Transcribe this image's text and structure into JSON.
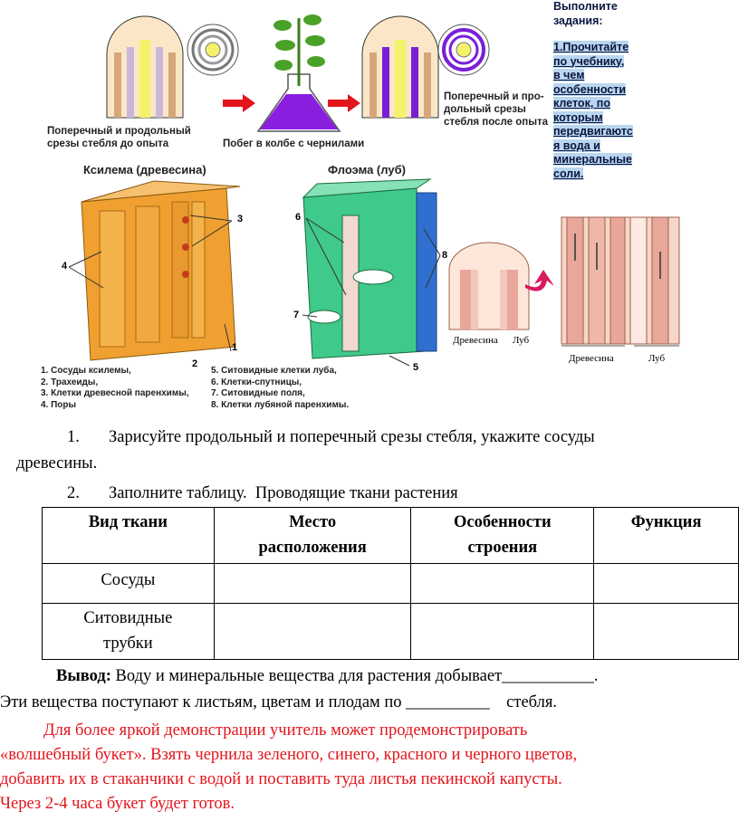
{
  "figure": {
    "caption_before": "Поперечный и продольный срезы стебля до опыта",
    "caption_shoot": "Побег в колбе с чернилами",
    "caption_after": "Поперечный и про-дольный срезы стебля после опыта",
    "xylem_title": "Ксилема (древесина)",
    "phloem_title": "Флоэма (луб)",
    "small_label_wood": "Древесина",
    "small_label_bast": "Луб",
    "large_label_wood": "Древесина",
    "large_label_bast": "Луб",
    "numbers": [
      "1",
      "2",
      "3",
      "4",
      "5",
      "6",
      "7",
      "8"
    ],
    "legend_left": [
      "1. Сосуды ксилемы,",
      "2. Трахеиды,",
      "3. Клетки древесной паренхимы,",
      "4. Поры"
    ],
    "legend_right": [
      "5. Ситовидные клетки луба,",
      "6. Клетки-спутницы,",
      "7. Ситовидные поля,",
      "8. Клетки лубяной паренхимы."
    ]
  },
  "note": {
    "title": "Выполните задания:",
    "lines": [
      "1.Прочитайте",
      "по учебнику,",
      "в чем",
      "особенности",
      "клеток, по",
      "которым",
      "передвигаютс",
      "я вода и",
      "минеральные",
      "соли."
    ]
  },
  "task1": {
    "number": "1.",
    "text": "Зарисуйте продольный и поперечный срезы стебля, укажите сосуды",
    "text2": "древесины."
  },
  "task2": {
    "number": "2.",
    "text": "Заполните таблицу.  Проводящие ткани растения"
  },
  "table": {
    "headers": [
      [
        "Вид ткани"
      ],
      [
        "Место",
        "расположения"
      ],
      [
        "Особенности",
        "строения"
      ],
      [
        "Функция"
      ]
    ],
    "rows": [
      {
        "name": [
          "Сосуды"
        ]
      },
      {
        "name": [
          "Ситовидные",
          "трубки"
        ]
      }
    ]
  },
  "conclusion": {
    "label": "Вывод:",
    "text": " Воду и минеральные вещества для растения добывает___________.",
    "line2": "Эти вещества поступают к листьям, цветам и плодам по __________    стебля."
  },
  "teacher_note": {
    "lines": [
      "Для более яркой демонстрации учитель может продемонстрировать",
      "«волшебный букет». Взять чернила зеленого, синего, красного и черного цветов,",
      "добавить их в стаканчики с водой и поставить туда листья пекинской капусты.",
      "Через 2-4 часа букет будет готов."
    ]
  },
  "colors": {
    "ink_violet": "#7a1fd6",
    "xylem": "#f0a030",
    "phloem": "#3fc98a",
    "arrow": "#e3141b",
    "note_highlight": "#b9d6ee",
    "teacher_text": "#e3141b"
  }
}
